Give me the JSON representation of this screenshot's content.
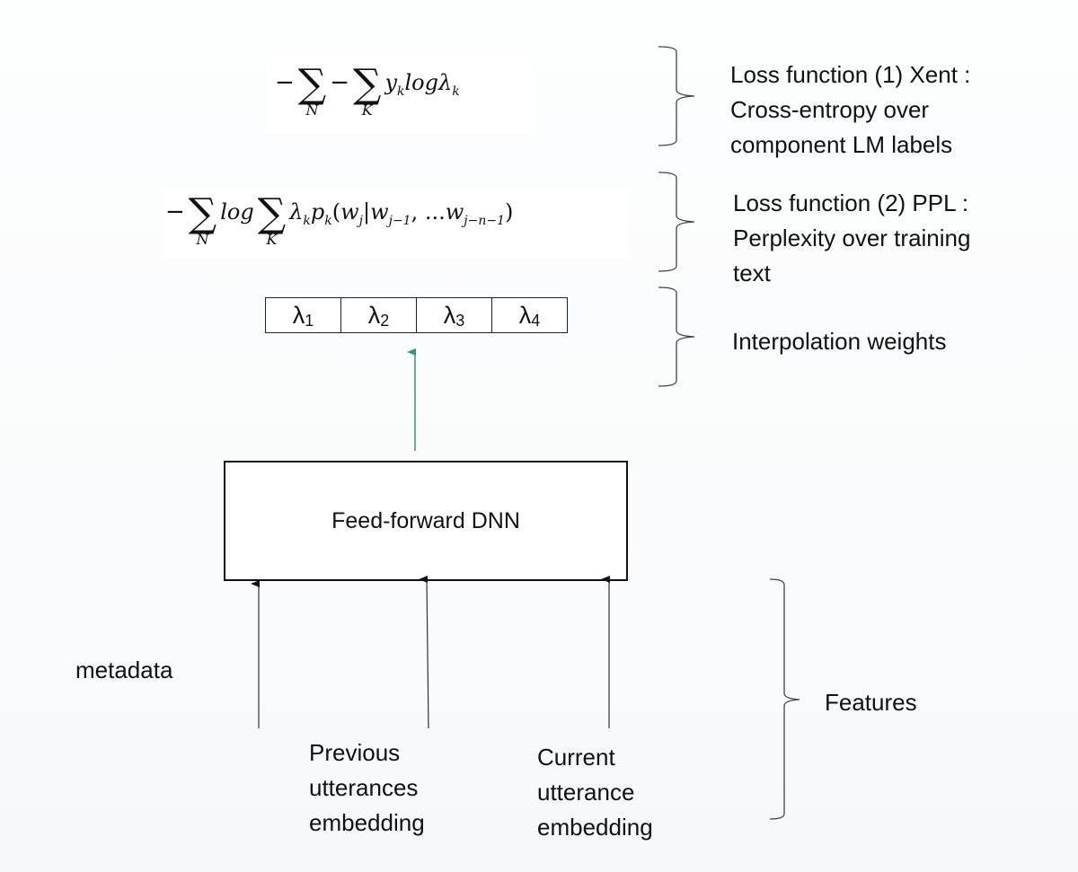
{
  "formulas": {
    "xent": {
      "minus1": "−",
      "outer_sum_index": "N",
      "minus2": "−",
      "inner_sum_index": "K",
      "sigma": "∑",
      "term": "y",
      "term_sub": "k",
      "log": "log",
      "lambda": "λ",
      "lambda_sub": "k"
    },
    "ppl": {
      "minus": "−",
      "outer_sum_index": "N",
      "log": "log",
      "inner_sum_index": "K",
      "sigma": "∑",
      "lambda": "λ",
      "lambda_sub": "k",
      "p": "p",
      "p_sub": "k",
      "open": "(",
      "w1": "w",
      "w1_sub": "j",
      "bar": "|",
      "w2": "w",
      "w2_sub": "j−1",
      "comma": ", ...",
      "w3": "w",
      "w3_sub": "j−n−1",
      "close": ")"
    }
  },
  "interpolation_weights": [
    {
      "symbol": "λ",
      "index": "1"
    },
    {
      "symbol": "λ",
      "index": "2"
    },
    {
      "symbol": "λ",
      "index": "3"
    },
    {
      "symbol": "λ",
      "index": "4"
    }
  ],
  "dnn_label": "Feed-forward DNN",
  "brace_labels": {
    "loss1": [
      "Loss function  (1) Xent :",
      "Cross-entropy over",
      "component LM labels"
    ],
    "loss2": [
      "Loss function (2) PPL :",
      "Perplexity over training",
      "text"
    ],
    "weights": [
      "Interpolation weights"
    ],
    "features": [
      "Features"
    ]
  },
  "inputs": {
    "metadata": [
      "metadata"
    ],
    "previous": [
      "Previous",
      "utterances",
      "embedding"
    ],
    "current": [
      "Current",
      "utterance",
      "embedding"
    ]
  },
  "colors": {
    "output_arrow": "#2e9a78",
    "input_arrows": "#333333",
    "brace": "#444444"
  }
}
